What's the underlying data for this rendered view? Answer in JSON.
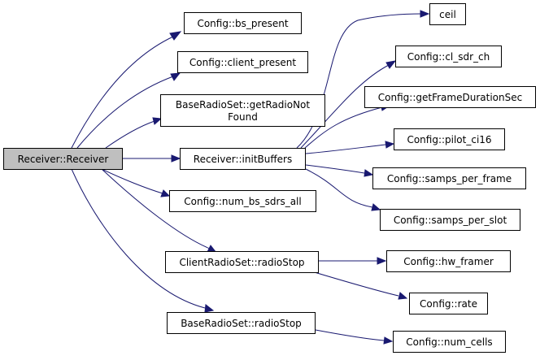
{
  "colors": {
    "edge": "#191970",
    "node_border": "#000000",
    "node_fill": "#ffffff",
    "root_fill": "#bfbfbf"
  },
  "nodes": {
    "receiver_receiver": [
      "Receiver::Receiver"
    ],
    "bs_present": [
      "Config::bs_present"
    ],
    "client_present": [
      "Config::client_present"
    ],
    "get_radio_not_found": [
      "BaseRadioSet::getRadioNot",
      "Found"
    ],
    "init_buffers": [
      "Receiver::initBuffers"
    ],
    "num_bs_sdrs_all": [
      "Config::num_bs_sdrs_all"
    ],
    "client_radio_stop": [
      "ClientRadioSet::radioStop"
    ],
    "base_radio_stop": [
      "BaseRadioSet::radioStop"
    ],
    "ceil": [
      "ceil"
    ],
    "cl_sdr_ch": [
      "Config::cl_sdr_ch"
    ],
    "get_frame_duration_sec": [
      "Config::getFrameDurationSec"
    ],
    "pilot_ci16": [
      "Config::pilot_ci16"
    ],
    "samps_per_frame": [
      "Config::samps_per_frame"
    ],
    "samps_per_slot": [
      "Config::samps_per_slot"
    ],
    "hw_framer": [
      "Config::hw_framer"
    ],
    "rate": [
      "Config::rate"
    ],
    "num_cells": [
      "Config::num_cells"
    ]
  }
}
